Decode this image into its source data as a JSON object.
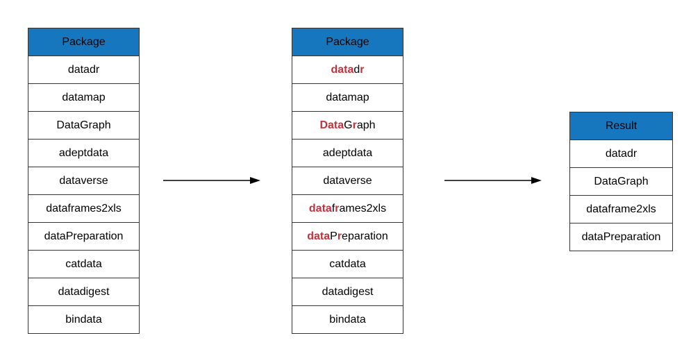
{
  "colors": {
    "header_bg": "#1677bf",
    "highlight": "#c7303a",
    "border": "#333333"
  },
  "left_table": {
    "header": "Package",
    "rows": [
      "datadr",
      "datamap",
      "DataGraph",
      "adeptdata",
      "dataverse",
      "dataframes2xls",
      "dataPreparation",
      "catdata",
      "datadigest",
      "bindata"
    ]
  },
  "middle_table": {
    "header": "Package",
    "rows": [
      [
        {
          "t": "data",
          "h": true
        },
        {
          "t": "d",
          "h": false
        },
        {
          "t": "r",
          "h": true
        }
      ],
      [
        {
          "t": "datamap",
          "h": false
        }
      ],
      [
        {
          "t": "Data",
          "h": true
        },
        {
          "t": "G",
          "h": false
        },
        {
          "t": "r",
          "h": true
        },
        {
          "t": "aph",
          "h": false
        }
      ],
      [
        {
          "t": "adeptdata",
          "h": false
        }
      ],
      [
        {
          "t": "dataverse",
          "h": false
        }
      ],
      [
        {
          "t": "data",
          "h": true
        },
        {
          "t": "f",
          "h": false
        },
        {
          "t": "r",
          "h": true
        },
        {
          "t": "ames2xls",
          "h": false
        }
      ],
      [
        {
          "t": "data",
          "h": true
        },
        {
          "t": "P",
          "h": false
        },
        {
          "t": "r",
          "h": true
        },
        {
          "t": "eparation",
          "h": false
        }
      ],
      [
        {
          "t": "catdata",
          "h": false
        }
      ],
      [
        {
          "t": "datadigest",
          "h": false
        }
      ],
      [
        {
          "t": "bindata",
          "h": false
        }
      ]
    ]
  },
  "result_table": {
    "header": "Result",
    "rows": [
      "datadr",
      "DataGraph",
      "dataframe2xls",
      "dataPreparation"
    ]
  }
}
